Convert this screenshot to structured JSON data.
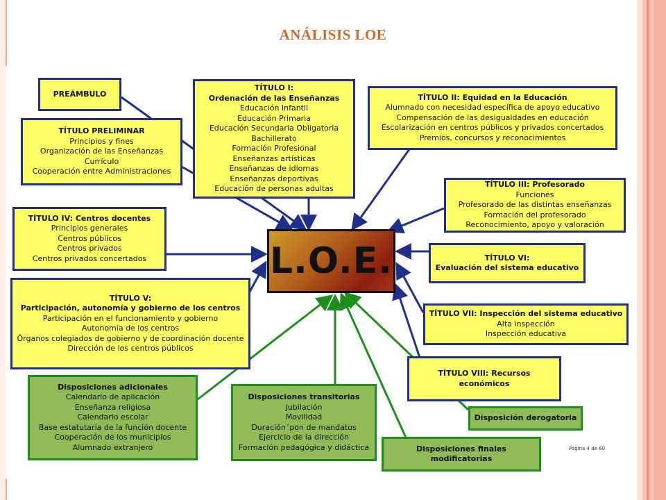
{
  "title": "ANÁLISIS LOE",
  "center_label": "L.O.E.",
  "page_number": "Página 4 de 60",
  "colors": {
    "title": "#d0692c",
    "yellow_box": "#ffff66",
    "blue_border": "#1f2f8a",
    "green_box": "#8fbb59",
    "green_border": "#1c8f1c"
  },
  "boxes": {
    "preambulo": {
      "header": "PREÁMBULO",
      "items": []
    },
    "titulo_preliminar": {
      "header": "TÍTULO PRELIMINAR",
      "items": [
        "Principios y fines",
        "Organización de las Enseñanzas",
        "Currículo",
        "Cooperación entre Administraciones"
      ]
    },
    "titulo_1": {
      "header": "TÍTULO I:",
      "header2": "Ordenación de las Enseñanzas",
      "items": [
        "Educación Infantil",
        "Educación Primaria",
        "Educación Secundaria Obligatoria",
        "Bachillerato",
        "Formación Profesional",
        "Enseñanzas artísticas",
        "Enseñanzas de idiomas",
        "Enseñanzas deportivas",
        "Educación de personas adultas"
      ]
    },
    "titulo_2": {
      "header": "TÍTULO II: Equidad en la Educación",
      "items": [
        "Alumnado con necesidad específica de apoyo educativo",
        "Compensación de las desigualdades en educación",
        "Escolarización en centros públicos y privados concertados",
        "Premios, concursos y reconocimientos"
      ]
    },
    "titulo_3": {
      "header": "TÍTULO III: Profesorado",
      "items": [
        "Funciones",
        "Profesorado de las distintas enseñanzas",
        "Formación del profesorado",
        "Reconocimiento, apoyo y  valoración"
      ]
    },
    "titulo_4": {
      "header": "TÍTULO IV: Centros docentes",
      "items": [
        "Principios generales",
        "Centros públicos",
        "Centros privados",
        "Centros privados concertados"
      ]
    },
    "titulo_5": {
      "header": "TÍTULO V:",
      "header2": "Participación, autonomía y gobierno de los centros",
      "items": [
        "Participación en el funcionamiento y gobierno",
        "Autonomía de los centros",
        "Órganos colegiados de gobierno y de coordinación docente",
        "Dirección de los centros públicos"
      ]
    },
    "titulo_6": {
      "header": "TÍTULO VI:",
      "header2": "Evaluación del sistema educativo",
      "items": []
    },
    "titulo_7": {
      "header": "TÍTULO VII: Inspección del sistema educativo",
      "items": [
        "Alta inspección",
        "Inspección educativa"
      ]
    },
    "titulo_8": {
      "header": "TÍTULO VIII: Recursos económicos",
      "items": []
    },
    "disp_adicionales": {
      "header": "Disposiciones adicionales",
      "items": [
        "Calendario de aplicación",
        "Enseñanza religiosa",
        "Calendario escolar",
        "Base estatutaria de la función docente",
        "Cooperación de los municipios",
        "Alumnado extranjero"
      ]
    },
    "disp_transitorias": {
      "header": "Disposiciones transitorias",
      "items": [
        "Jubilación",
        "Movilidad",
        "Duración´pon de mandatos",
        "Ejercicio de la dirección",
        "Formación pedagógica y didáctica"
      ]
    },
    "disp_derogatoria": {
      "header": "Disposición derogatoria",
      "items": []
    },
    "disp_finales": {
      "header": "Disposiciones finales modificatorias",
      "items": []
    }
  }
}
